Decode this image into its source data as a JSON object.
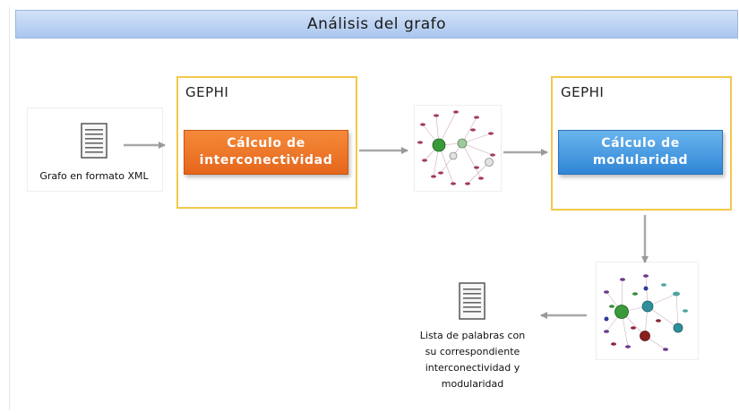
{
  "title": "Análisis del grafo",
  "input_caption": "Grafo en formato XML",
  "left_box": {
    "label": "GEPHI",
    "button_line1": "Cálculo de",
    "button_line2": "interconectividad"
  },
  "right_box": {
    "label": "GEPHI",
    "button_line1": "Cálculo de",
    "button_line2": "modularidad"
  },
  "output_caption": [
    "Lista de palabras con",
    "su correspondiente",
    "interconectividad y",
    "modularidad"
  ],
  "icons": {
    "input": "document-icon",
    "output": "document-icon",
    "graph1": "network-graph-icon",
    "graph2": "network-graph-icon"
  },
  "colors": {
    "orange_button": "#e86a20",
    "blue_button": "#3b8fdb",
    "box_border": "#f2c94a",
    "title_bar": "#b5cff2"
  }
}
